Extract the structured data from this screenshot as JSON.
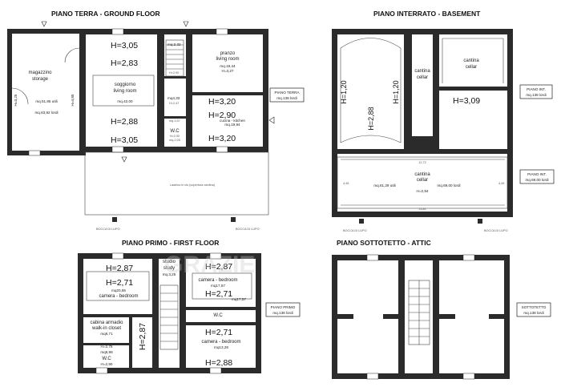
{
  "floors": {
    "ground": {
      "title": "PIANO TERRA - GROUND FLOOR",
      "tag_title": "PIANO TERRA",
      "tag_area": "mq.138 lordi",
      "storage_it": "magazzino",
      "storage_en": "storage",
      "storage_net": "mq.51,85 utili",
      "storage_gross": "mq.63,92 lordi",
      "dim_left": "H=3,25",
      "dim_mid": "H=4,85",
      "h_top": "H=3,05",
      "h_283": "H=2,83",
      "living_it": "soggiorno",
      "living_en": "living room",
      "living_area": "mq.42,00",
      "h_288": "H=2,88",
      "h_bottom": "H=3,05",
      "stair_area": "mq.2,32",
      "h_290_small": "H=2,90",
      "corr_area": "mq4,33",
      "corr_h": "H=2,47",
      "small_area": "mq.3,57",
      "wc": "W.C",
      "wc_area": "mq.2,05",
      "wc_h": "H=2,90",
      "dining_it": "pranzo",
      "dining_en": "living room",
      "dining_area": "mq.19,44",
      "dining_h": "H=3,27",
      "kitchen_h_top": "H=3,20",
      "kitchen_h_mid": "H=2,90",
      "kitchen_name": "cucina - kitchen",
      "kitchen_area": "mq.19,94",
      "kitchen_h_bottom": "H=3,20",
      "canopy": "Lastrico in cls (copertura cantina)",
      "bocca_left": "BOCCA DI LUPO",
      "bocca_right": "BOCCA DI LUPO"
    },
    "basement": {
      "title": "PIANO INTERRATO - BASEMENT",
      "tag_title": "PIANO INT.",
      "tag_area": "mq.138 lordi",
      "tag2_title": "PIANO INT.",
      "tag2_area": "mq.69,00 lordi",
      "h_120_a": "H=1,20",
      "h_288": "H=2,88",
      "h_120_b": "H=1,20",
      "cantina_it": "cantina",
      "cellar_en": "cellar",
      "h_309": "H=3,09",
      "dim_1272": "12,72",
      "dim_445_left": "4,45",
      "dim_445_right": "4,45",
      "dim_1381": "13,81",
      "big_net": "mq.61,29 utili",
      "big_gross": "mq.69,00 lordi",
      "big_h": "H=2,94",
      "bocca_left": "BOCCA DI LUPO",
      "bocca_right": "BOCCA DI LUPO"
    },
    "first": {
      "title": "PIANO PRIMO - FIRST FLOOR",
      "tag_title": "PIANO PRIMO",
      "tag_area": "mq.138 lordi",
      "h_287_a": "H=2,87",
      "h_271_a": "H=2,71",
      "bed1_area": "mq20,65",
      "bed1_name": "camera - bedroom",
      "study_it": "studio",
      "study_en": "study",
      "study_area": "mq.3,25",
      "h_287_b": "H=2,87",
      "bed2_name": "camera - bedroom",
      "bed2_area": "mq17,57",
      "h_271_b": "H=2,71",
      "bed2_area2": "mq17,57",
      "wc": "W.C",
      "walk_it": "cabina armadio",
      "walk_en": "walk-in closet",
      "walk_area": "mq6,71",
      "h_287_vert": "H=2,87",
      "h_275": "H=2,75",
      "small_area": "mq6,98",
      "wc2": "W.C",
      "wc2_h": "H=2,90",
      "h_271_c": "H=2,71",
      "bed3_name": "camera - bedroom",
      "bed3_area": "mq13,28",
      "h_288": "H=2,88"
    },
    "attic": {
      "title": "PIANO SOTTOTETTO - ATTIC",
      "tag_title": "SOTTOTETTO",
      "tag_area": "mq.138 lordi"
    }
  },
  "watermark": "GRAZIE"
}
